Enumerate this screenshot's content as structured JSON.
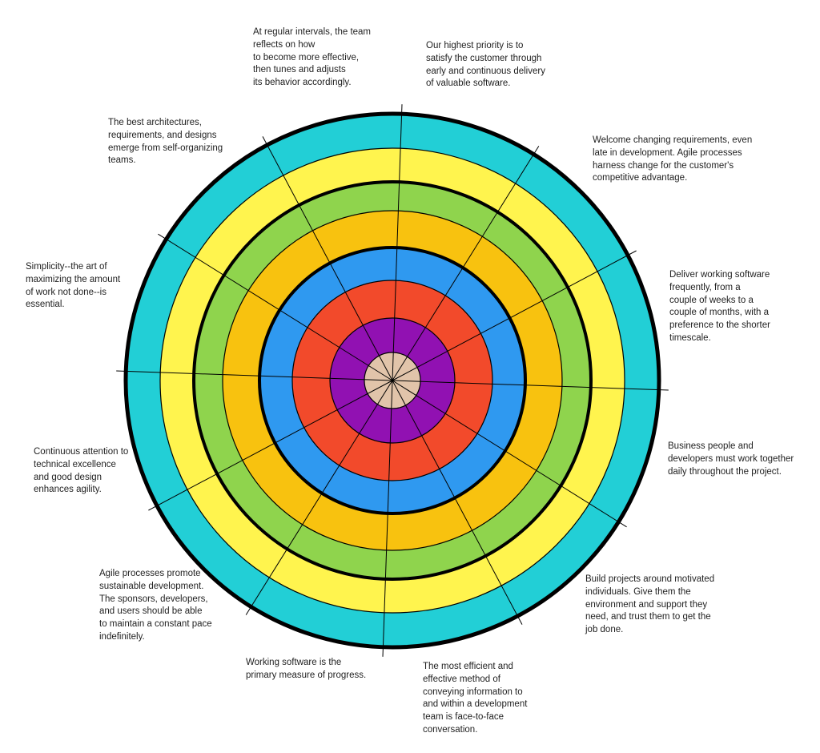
{
  "diagram": {
    "colors": {
      "ring_1_outer": "#22CFD6",
      "ring_2": "#FFF44E",
      "ring_3": "#8FD44D",
      "ring_4": "#F8C20F",
      "ring_5": "#2F99F0",
      "ring_6": "#F24A2B",
      "ring_7": "#9111B2",
      "center": "#E1C4AA",
      "line": "#000000"
    },
    "segment_count": 12,
    "principles": [
      "Our highest priority is to\nsatisfy the customer through\nearly and continuous delivery\nof valuable software.",
      "Welcome changing requirements, even\nlate in development. Agile processes\nharness change for the customer's\ncompetitive advantage.",
      "Deliver working software\nfrequently, from a\ncouple of weeks to a\ncouple of months, with a\npreference to the shorter\ntimescale.",
      "Business people and\ndevelopers must work together\ndaily throughout the project.",
      "Build projects around motivated\nindividuals. Give them the\nenvironment and support they\nneed, and trust them to get the\njob done.",
      "The most efficient and\neffective method of\nconveying information to\nand within a development\nteam is face-to-face\nconversation.",
      "Working software is the\nprimary measure of progress.",
      "Agile processes promote\nsustainable development.\nThe sponsors, developers,\nand users should be able\nto maintain a constant pace\nindefinitely.",
      "Continuous attention to\ntechnical excellence\nand good design\nenhances agility.",
      "Simplicity--the art of\nmaximizing the amount\nof work not done--is\nessential.",
      "The best architectures,\nrequirements, and designs\nemerge from self-organizing\nteams.",
      "At regular intervals, the team\nreflects on how\nto become more effective,\nthen tunes and adjusts\nits behavior accordingly."
    ]
  }
}
